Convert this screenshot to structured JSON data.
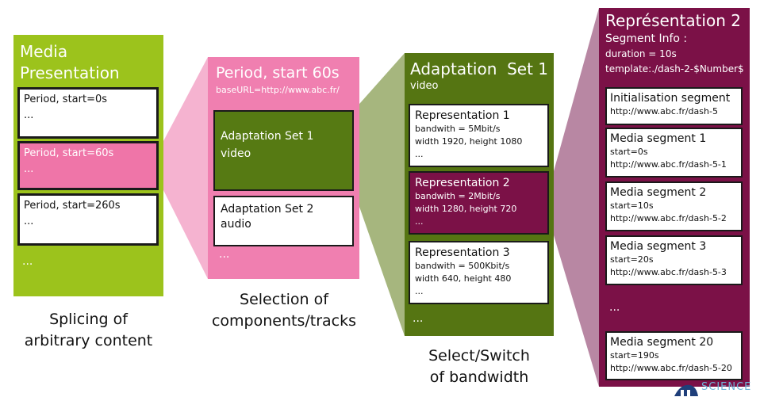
{
  "colors": {
    "presentation": "#9cc31c",
    "period": "#f07fb0",
    "adaptation": "#557512",
    "representation": "#7b1147",
    "connector_period": "#f5b3d0",
    "connector_adaptation": "#a6b67e",
    "connector_representation": "#b887a3"
  },
  "media_presentation": {
    "title_line1": "Media",
    "title_line2": "Presentation",
    "periods": [
      {
        "label": "Period, start=0s",
        "detail": "..."
      },
      {
        "label": "Period, start=60s",
        "detail": "..."
      },
      {
        "label": "Period, start=260s",
        "detail": "..."
      }
    ],
    "more": "..."
  },
  "period": {
    "title": "Period, start 60s",
    "base_url": "baseURL=http://www.abc.fr/",
    "adaptation_sets": [
      {
        "label": "Adaptation Set 1",
        "type": "video"
      },
      {
        "label": "Adaptation Set 2",
        "type": "audio"
      }
    ],
    "more": "..."
  },
  "adaptation_set": {
    "title": "Adaptation  Set 1",
    "subtitle": "video",
    "representations": [
      {
        "label": "Representation 1",
        "bandwidth": "bandwith = 5Mbit/s",
        "size": "width 1920, height 1080",
        "more": "..."
      },
      {
        "label": "Representation 2",
        "bandwidth": "bandwith = 2Mbit/s",
        "size": "width 1280, height 720",
        "more": "..."
      },
      {
        "label": "Representation 3",
        "bandwidth": "bandwith = 500Kbit/s",
        "size": "width 640, height 480",
        "more": "..."
      }
    ],
    "more": "..."
  },
  "representation": {
    "title": "Représentation 2",
    "segment_info_label": "Segment Info :",
    "duration": "duration = 10s",
    "template": "template:./dash-2-$Number$",
    "init_segment": {
      "label": "Initialisation segment",
      "url": "http://www.abc.fr/dash-5"
    },
    "segments": [
      {
        "label": "Media segment 1",
        "start": "start=0s",
        "url": "http://www.abc.fr/dash-5-1"
      },
      {
        "label": "Media segment 2",
        "start": "start=10s",
        "url": "http://www.abc.fr/dash-5-2"
      },
      {
        "label": "Media segment 3",
        "start": "start=20s",
        "url": "http://www.abc.fr/dash-5-3"
      }
    ],
    "more": "...",
    "last_segment": {
      "label": "Media segment 20",
      "start": "start=190s",
      "url": "http://www.abc.fr/dash-5-20"
    }
  },
  "captions": {
    "col1_line1": "Splicing of",
    "col1_line2": "arbitrary content",
    "col2_line1": "Selection of",
    "col2_line2": "components/tracks",
    "col3_line1": "Select/Switch",
    "col3_line2": "of bandwidth"
  },
  "logo": {
    "text": "SCIENCE"
  }
}
